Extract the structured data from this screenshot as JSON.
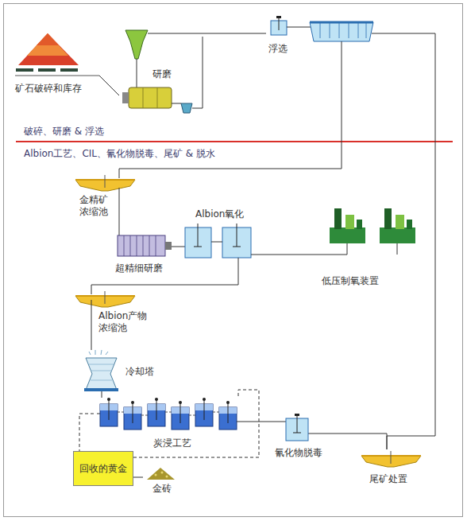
{
  "diagram": {
    "nodes": [
      {
        "text": [
          "矿石破碎和库存"
        ]
      },
      {
        "text": [
          "研磨"
        ]
      },
      {
        "text": [
          "浮选"
        ]
      },
      {
        "text": [
          "金精矿 浓缩池"
        ]
      },
      {
        "text": [
          "超精细研磨"
        ]
      },
      {
        "text": [
          "Albion氧化"
        ]
      },
      {
        "text": [
          "低压制氧装置"
        ]
      },
      {
        "text": [
          "Albion产物 浓缩池"
        ]
      },
      {
        "text": [
          "冷却塔"
        ]
      },
      {
        "text": [
          "炭浸工艺"
        ]
      },
      {
        "text": [
          "回收的黄金"
        ]
      },
      {
        "text": [
          "金砖"
        ]
      },
      {
        "text": [
          "氰化物脱毒"
        ]
      },
      {
        "text": [
          "尾矿处置"
        ]
      }
    ],
    "edges": [
      {
        "from": 0,
        "to": 1,
        "arrow": "none"
      },
      {
        "from": 1,
        "to": 2,
        "arrow": "none"
      },
      {
        "from": 2,
        "to": 3,
        "arrow": "none"
      },
      {
        "from": 3,
        "to": 4,
        "arrow": "none"
      },
      {
        "from": 4,
        "to": 5,
        "arrow": "none"
      },
      {
        "from": 6,
        "to": 5,
        "arrow": "none"
      },
      {
        "from": 5,
        "to": 7,
        "arrow": "none"
      },
      {
        "from": 7,
        "to": 8,
        "arrow": "none"
      },
      {
        "from": 8,
        "to": 9,
        "arrow": "none"
      },
      {
        "from": 9,
        "to": 10,
        "arrow": "none"
      },
      {
        "from": 10,
        "to": 9,
        "arrow": "none"
      },
      {
        "from": 10,
        "to": 11,
        "arrow": "none"
      },
      {
        "from": 9,
        "to": 12,
        "arrow": "none"
      },
      {
        "from": 12,
        "to": 13,
        "arrow": "none"
      },
      {
        "from": 2,
        "to": 13,
        "arrow": "none"
      }
    ],
    "labels": [
      "破碎、研磨 & 浮选",
      "Albion工艺、CIL、氰化物脱毒、尾矿 & 脱水"
    ]
  }
}
